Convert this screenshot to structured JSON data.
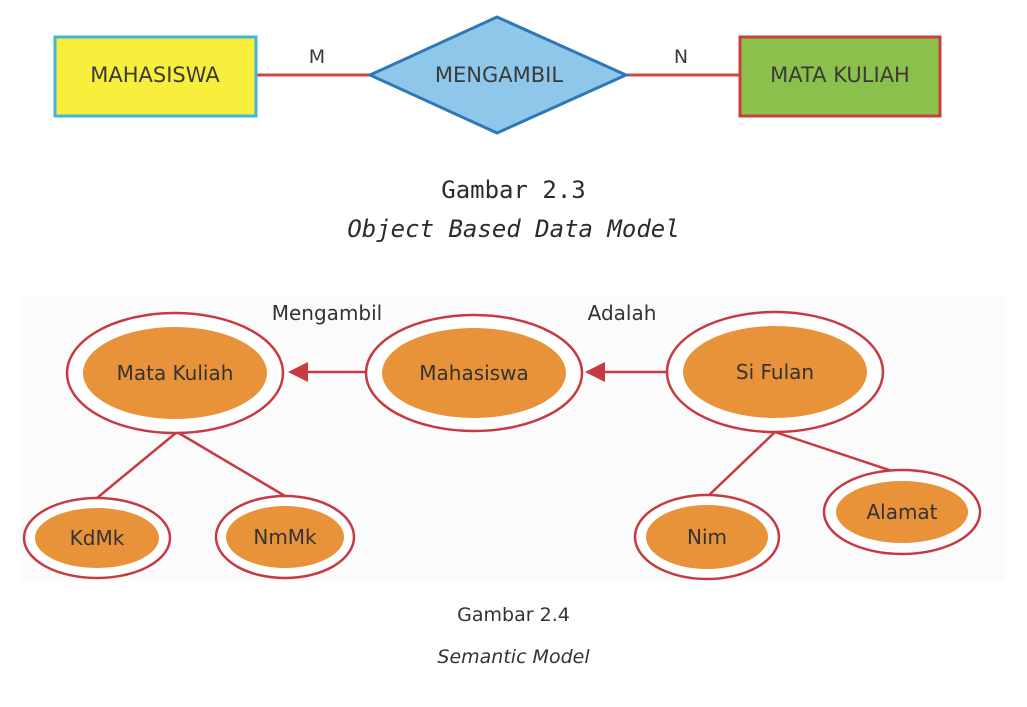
{
  "er_diagram": {
    "entity_left": "MAHASISWA",
    "relationship": "MENGAMBIL",
    "entity_right": "MATA KULIAH",
    "cardinality_left": "M",
    "cardinality_right": "N",
    "colors": {
      "entity_left_fill": "#f7ef3b",
      "entity_left_border": "#3fb7d9",
      "relationship_fill": "#8ec7ea",
      "relationship_border": "#2f78b8",
      "entity_right_fill": "#8cc04c",
      "entity_right_border": "#c9403a",
      "connector": "#c94a45"
    }
  },
  "caption_1": {
    "title": "Gambar 2.3",
    "subtitle": "Object Based Data Model"
  },
  "semantic_model": {
    "nodes": {
      "mata_kuliah": "Mata Kuliah",
      "mahasiswa": "Mahasiswa",
      "si_fulan": "Si Fulan",
      "kdmk": "KdMk",
      "nmmk": "NmMk",
      "nim": "Nim",
      "alamat": "Alamat"
    },
    "relations": {
      "mengambil": "Mengambil",
      "adalah": "Adalah"
    },
    "colors": {
      "node_fill": "#e8923a",
      "node_ring": "#c73a43",
      "line": "#c73a43"
    }
  },
  "caption_2": {
    "title": "Gambar 2.4",
    "subtitle": "Semantic Model"
  }
}
